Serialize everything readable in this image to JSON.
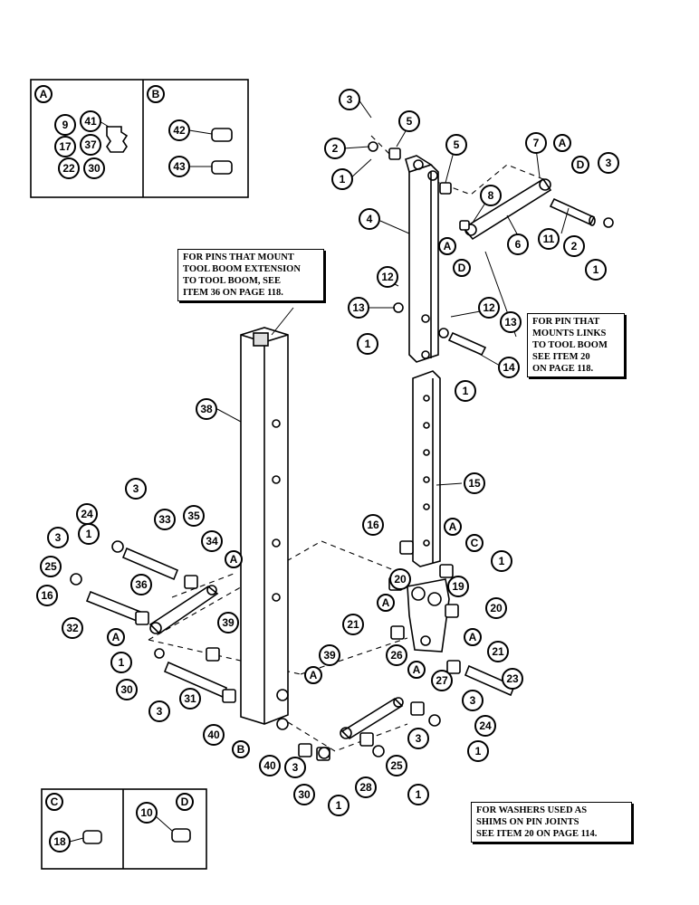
{
  "notes": {
    "mount_tool_boom": [
      "FOR PINS THAT MOUNT",
      "TOOL BOOM EXTENSION",
      "TO TOOL BOOM, SEE",
      "ITEM 36 ON PAGE 118."
    ],
    "mount_links": [
      "FOR PIN THAT",
      "MOUNTS LINKS",
      "TO TOOL BOOM",
      "SEE ITEM 20",
      "ON PAGE 118."
    ],
    "washers": [
      "FOR WASHERS USED AS",
      "SHIMS ON PIN JOINTS",
      "SEE ITEM 20 ON PAGE 114."
    ]
  },
  "insets": {
    "A": {
      "label": "A",
      "items": [
        "9",
        "41",
        "17",
        "37",
        "22",
        "30"
      ]
    },
    "B": {
      "label": "B",
      "items": [
        "42",
        "43"
      ]
    },
    "C": {
      "label": "C",
      "items": [
        "18"
      ]
    },
    "D": {
      "label": "D",
      "items": [
        "10"
      ]
    }
  },
  "callouts": [
    "3",
    "5",
    "2",
    "1",
    "5",
    "7",
    "A",
    "D",
    "3",
    "8",
    "4",
    "A",
    "6",
    "11",
    "2",
    "D",
    "1",
    "12",
    "13",
    "1",
    "12",
    "13",
    "14",
    "1",
    "38",
    "15",
    "3",
    "24",
    "33",
    "35",
    "1",
    "3",
    "34",
    "A",
    "25",
    "36",
    "16",
    "A",
    "C",
    "16",
    "1",
    "20",
    "19",
    "A",
    "20",
    "32",
    "21",
    "A",
    "A",
    "39",
    "21",
    "1",
    "30",
    "26",
    "A",
    "A",
    "23",
    "39",
    "27",
    "3",
    "3",
    "31",
    "40",
    "24",
    "B",
    "40",
    "3",
    "30",
    "1",
    "3",
    "28",
    "25",
    "1",
    "1"
  ]
}
